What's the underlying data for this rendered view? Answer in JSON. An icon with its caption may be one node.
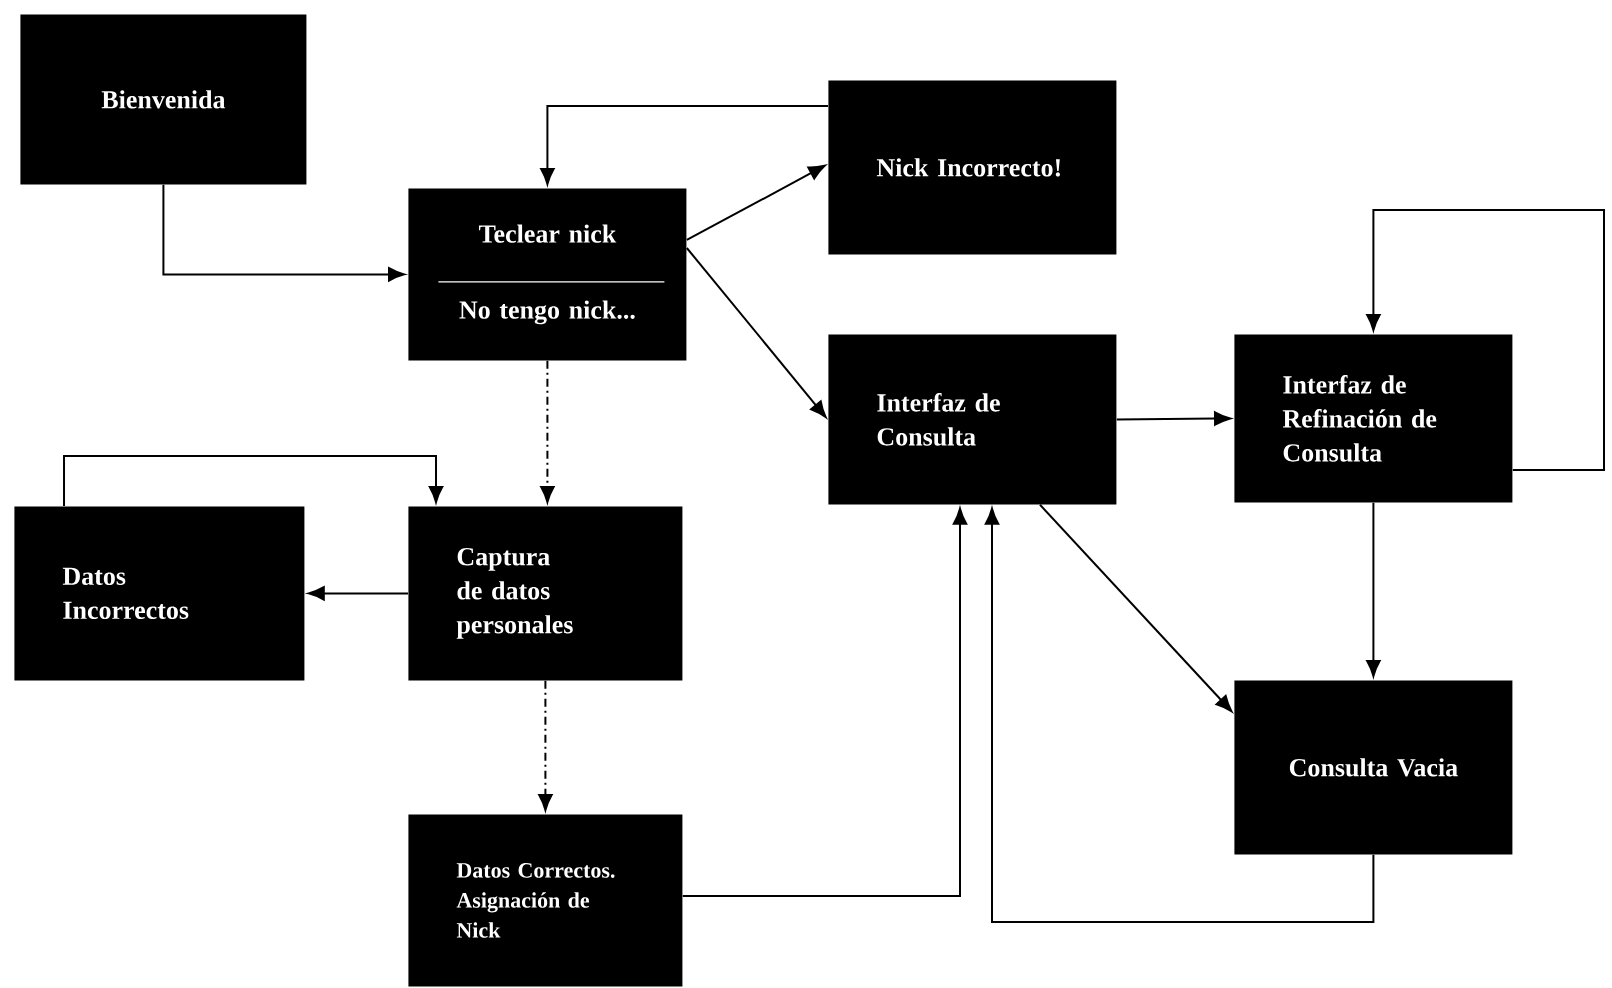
{
  "diagram": {
    "nodes": [
      {
        "text": [
          "Bienvenida"
        ]
      },
      {
        "text": [
          "Teclear nick",
          "No tengo nick..."
        ]
      },
      {
        "text": [
          "Nick Incorrecto!"
        ]
      },
      {
        "text": [
          "Interfaz de Consulta"
        ]
      },
      {
        "text": [
          "Interfaz de Refinación de Consulta"
        ]
      },
      {
        "text": [
          "Datos Incorrectos"
        ]
      },
      {
        "text": [
          "Captura de datos personales"
        ]
      },
      {
        "text": [
          "Datos Correctos. Asignación de Nick"
        ]
      },
      {
        "text": [
          "Consulta Vacia"
        ]
      }
    ],
    "edges": [
      {
        "from": 0,
        "to": 1,
        "arrow": "to"
      },
      {
        "from": 2,
        "to": 1,
        "arrow": "to"
      },
      {
        "from": 1,
        "to": 2,
        "arrow": "to"
      },
      {
        "from": 1,
        "to": 3,
        "arrow": "to"
      },
      {
        "from": 3,
        "to": 4,
        "arrow": "to"
      },
      {
        "from": 4,
        "to": 4,
        "arrow": "to"
      },
      {
        "from": 4,
        "to": 8,
        "arrow": "to"
      },
      {
        "from": 3,
        "to": 8,
        "arrow": "to"
      },
      {
        "from": 1,
        "to": 6,
        "arrow": "to",
        "style": "dashed"
      },
      {
        "from": 5,
        "to": 6,
        "arrow": "to"
      },
      {
        "from": 6,
        "to": 5,
        "arrow": "to"
      },
      {
        "from": 6,
        "to": 7,
        "arrow": "to",
        "style": "dashed"
      },
      {
        "from": 7,
        "to": 3,
        "arrow": "to"
      },
      {
        "from": 8,
        "to": 3,
        "arrow": "to"
      }
    ]
  }
}
